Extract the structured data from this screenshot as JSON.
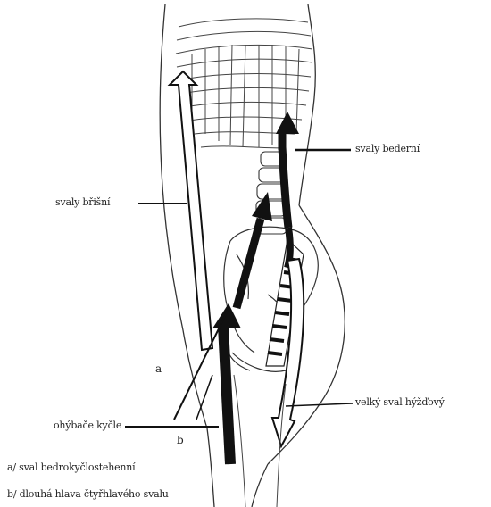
{
  "labels": {
    "abdominal": "svaly břišní",
    "lumbar": "svaly bederní",
    "gluteus": "velký sval hýžďový",
    "hip_flexors": "ohýbače kyčle",
    "marker_a": "a",
    "marker_b": "b"
  },
  "legend": {
    "a": "a/ sval bedrokyčlostehenní",
    "b": "b/ dlouhá hlava čtyřhlavého svalu"
  }
}
